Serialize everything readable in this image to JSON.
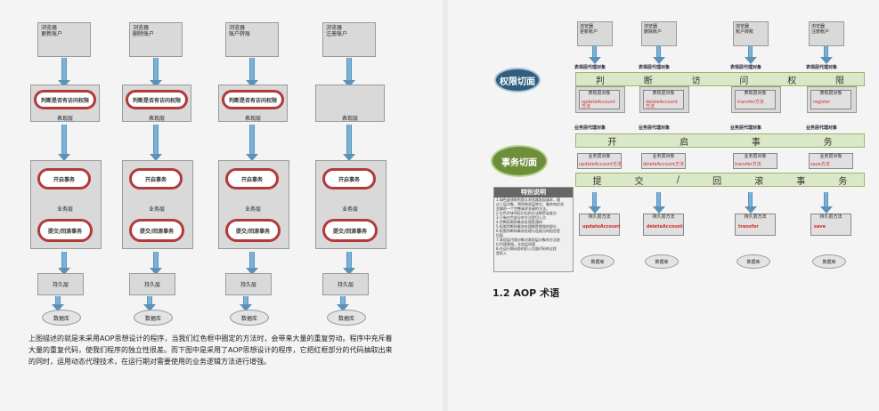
{
  "left_diagram": {
    "columns": [
      {
        "browser": "浏览器\n更新账户",
        "security": "判断是否有访问权限",
        "layer_top": "表现层",
        "tx_begin": "开启事务",
        "biz": "业务层",
        "tx_end": "提交/回滚事务",
        "dao": "持久层",
        "db": "数据库"
      },
      {
        "browser": "浏览器\n删除账户",
        "security": "判断是否有访问权限",
        "layer_top": "表现层",
        "tx_begin": "开启事务",
        "biz": "业务层",
        "tx_end": "提交/回滚事务",
        "dao": "持久层",
        "db": "数据库"
      },
      {
        "browser": "浏览器\n账户转账",
        "security": "判断是否有访问权限",
        "layer_top": "表现层",
        "tx_begin": "开启事务",
        "biz": "业务层",
        "tx_end": "提交/回滚事务",
        "dao": "持久层",
        "db": "数据库"
      },
      {
        "browser": "浏览器\n注册账户",
        "security": "",
        "layer_top": "表现层",
        "tx_begin": "开启事务",
        "biz": "业务层",
        "tx_end": "提交/回滚事务",
        "dao": "持久层",
        "db": "数据库"
      }
    ]
  },
  "caption": "上图描述的就是未采用AOP思想设计的程序，当我们红色框中圈定的方法时，会带来大量的重复劳动。程序中充斥着大量的重复代码，使我们程序的独立性很差。而下图中是采用了AOP思想设计的程序，它把红框部分的代码抽取出来的同时，运用动态代理技术，在运行期对需要使用的业务逻辑方法进行增强。",
  "right_diagram": {
    "security_aspect": "权限切面",
    "tx_aspect": "事务切面",
    "band_security": [
      "判",
      "断",
      "访",
      "问",
      "权",
      "限"
    ],
    "band_begin": [
      "开",
      "启",
      "事",
      "务"
    ],
    "band_commit": [
      "提",
      "交",
      "/",
      "回",
      "滚",
      "事",
      "务"
    ],
    "columns": [
      {
        "browser": "浏览器\n更新账户",
        "proxy_label": "表现层代理对象",
        "obj_label": "表现层对象",
        "obj_method": "updateAccount\n方法",
        "biz_proxy": "业务层代理对象",
        "biz_obj": "业务层对象",
        "biz_method": "updateAccount方法",
        "dao": "持久层方法",
        "dao_method": "updateAccount",
        "db": "数据库"
      },
      {
        "browser": "浏览器\n删除账户",
        "proxy_label": "表现层代理对象",
        "obj_label": "表现层对象",
        "obj_method": "deleteAccount\n方法",
        "biz_proxy": "业务层代理对象",
        "biz_obj": "业务层对象",
        "biz_method": "deleteAccount方法",
        "dao": "持久层方法",
        "dao_method": "deleteAccount",
        "db": "数据库"
      },
      {
        "browser": "浏览器\n账户转账",
        "proxy_label": "表现层代理对象",
        "obj_label": "表现层对象",
        "obj_method": "transfer方法",
        "biz_proxy": "业务层代理对象",
        "biz_obj": "业务层对象",
        "biz_method": "transfer方法",
        "dao": "持久层方法",
        "dao_method": "transfer",
        "db": "数据库"
      },
      {
        "browser": "浏览器\n注册账户",
        "proxy_label": "表现层代理对象",
        "obj_label": "表现层对象",
        "obj_method": "register",
        "biz_proxy": "业务层代理对象",
        "biz_obj": "业务层对象",
        "biz_method": "save方法",
        "dao": "持久层方法",
        "dao_method": "save",
        "db": "数据库"
      }
    ],
    "note_title": "特别说明",
    "note_lines": [
      "1.绿色虚线框的是从浏览器发起请求，通",
      "过三层对象，将控制逐层转交，最终响应浏",
      "览器的一个完整请求关键的方法。",
      "2.红色字体所标识出的方法都是连接点",
      "3.只有红色部分的方法是切入点",
      "4.判断权限和事务处理是通知",
      "5.权限判断和事务处理都是增强的部分",
      "6.权限判断和事务处理与连接点的组合是",
      "切面",
      "7.表现层代理对象对表现层对象的方法进",
      "行代理增强，业务层同理",
      "8.在运行期动态的织入切面代码的过程",
      "是织入"
    ],
    "section_heading": "1.2 AOP 术语"
  }
}
